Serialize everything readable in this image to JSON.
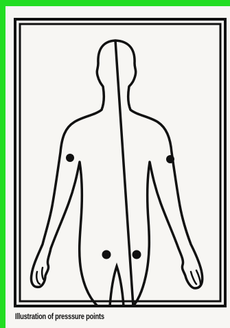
{
  "caption": "Illustration of presssure points",
  "colors": {
    "frame_accent": "#22dd22",
    "ink": "#111111",
    "paper": "#f7f6f3"
  },
  "pressure_points": [
    {
      "name": "left-upper-arm"
    },
    {
      "name": "right-upper-arm"
    },
    {
      "name": "left-groin"
    },
    {
      "name": "right-groin"
    }
  ]
}
